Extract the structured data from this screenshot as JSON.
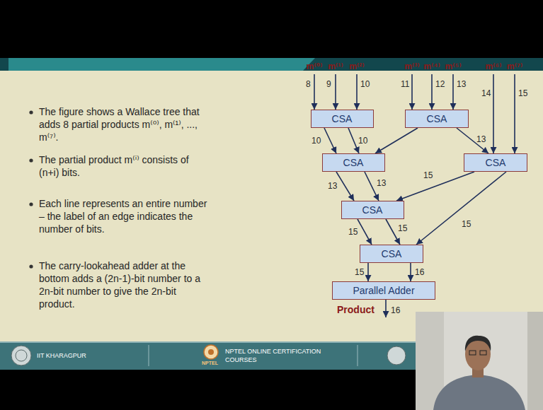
{
  "diagram": {
    "nodes": [
      {
        "text": [
          "CSA"
        ]
      },
      {
        "text": [
          "CSA"
        ]
      },
      {
        "text": [
          "CSA"
        ]
      },
      {
        "text": [
          "CSA"
        ]
      },
      {
        "text": [
          "CSA"
        ]
      },
      {
        "text": [
          "CSA"
        ]
      },
      {
        "text": [
          "Parallel Adder"
        ]
      }
    ],
    "edges": [
      {
        "from": 0,
        "to": 2,
        "arrow": "to",
        "label": "10"
      },
      {
        "from": 0,
        "to": 2,
        "arrow": "to",
        "label": "10"
      },
      {
        "from": 1,
        "to": 2,
        "arrow": "to"
      },
      {
        "from": 1,
        "to": 3,
        "arrow": "to",
        "label": "13"
      },
      {
        "from": 2,
        "to": 4,
        "arrow": "to",
        "label": "13"
      },
      {
        "from": 2,
        "to": 4,
        "arrow": "to",
        "label": "13"
      },
      {
        "from": 3,
        "to": 4,
        "arrow": "to",
        "label": "15"
      },
      {
        "from": 4,
        "to": 5,
        "arrow": "to",
        "label": "15"
      },
      {
        "from": 4,
        "to": 5,
        "arrow": "to",
        "label": "15"
      },
      {
        "from": 3,
        "to": 5,
        "arrow": "to",
        "label": "15"
      },
      {
        "from": 5,
        "to": 6,
        "arrow": "to",
        "label": "15"
      },
      {
        "from": 5,
        "to": 6,
        "arrow": "to",
        "label": "16"
      }
    ],
    "labels": [
      "The figure shows a Wallace tree that adds 8 partial products m⁽⁰⁾, m⁽¹⁾, ..., m⁽⁷⁾.",
      "The partial product m⁽ⁱ⁾ consists of (n+i) bits.",
      "Each line represents an entire number – the label of an edge indicates the number of bits.",
      "The carry-lookahead adder at the bottom adds a (2n-1)-bit number to a 2n-bit number to give the 2n-bit product.",
      "m⁽⁰⁾",
      "m⁽¹⁾",
      "m⁽²⁾",
      "m⁽³⁾",
      "m⁽⁴⁾",
      "m⁽⁵⁾",
      "m⁽⁶⁾",
      "m⁽⁷⁾",
      "8",
      "9",
      "10",
      "11",
      "12",
      "13",
      "14",
      "15",
      "Product",
      "16",
      "IIT KHARAGPUR",
      "NPTEL",
      "NPTEL ONLINE CERTIFICATION COURSES"
    ]
  }
}
